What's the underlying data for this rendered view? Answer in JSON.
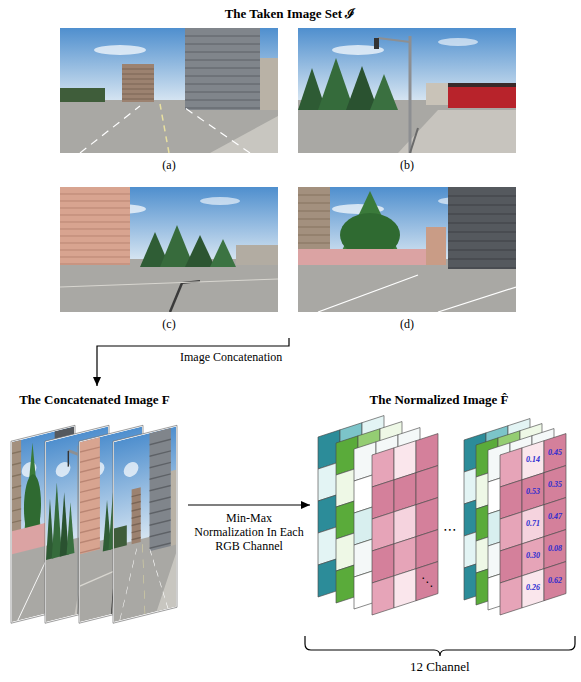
{
  "diagram": {
    "nodes": [
      {
        "text": [
          "The Taken Image Set ℐ"
        ]
      },
      {
        "text": [
          "(a)"
        ],
        "in": 0
      },
      {
        "text": [
          "(b)"
        ],
        "in": 0
      },
      {
        "text": [
          "(c)"
        ],
        "in": 0
      },
      {
        "text": [
          "(d)"
        ],
        "in": 0
      },
      {
        "text": [
          "The Concatenated Image F"
        ]
      },
      {
        "text": [
          "The Normalized Image F̂"
        ]
      }
    ],
    "edges": [
      {
        "from": 0,
        "to": 5,
        "arrow": "to",
        "label": "Image Concatenation"
      },
      {
        "from": 5,
        "to": 6,
        "arrow": "to",
        "label": "Min-Max Normalization In Each RGB Channel"
      }
    ],
    "labels": [
      "⋯",
      "⋱",
      "12 Channel",
      "0.14",
      "0.45",
      "0.53",
      "0.35",
      "0.71",
      "0.47",
      "0.30",
      "0.08",
      "0.26",
      "0.62"
    ]
  }
}
